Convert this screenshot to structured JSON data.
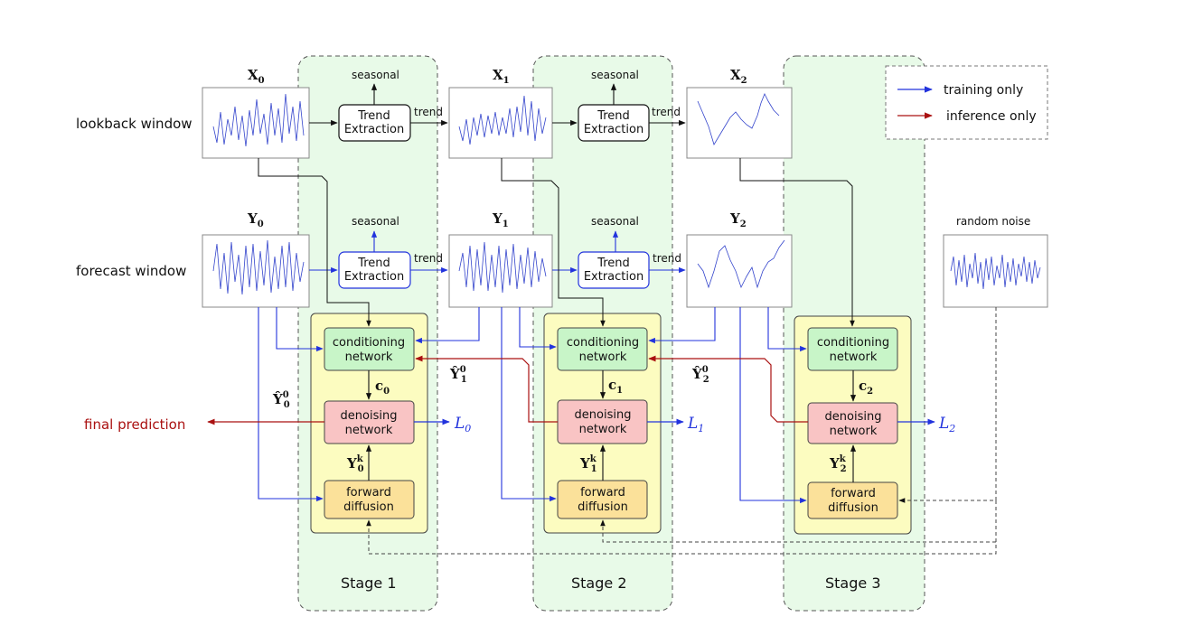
{
  "row_labels": {
    "lookback": "lookback window",
    "forecast": "forecast window"
  },
  "variables": {
    "x": [
      "X",
      "X",
      "X"
    ],
    "x_sub": [
      "0",
      "1",
      "2"
    ],
    "y": [
      "Y",
      "Y",
      "Y"
    ],
    "y_sub": [
      "0",
      "1",
      "2"
    ],
    "c": [
      "c",
      "c",
      "c"
    ],
    "c_sub": [
      "0",
      "1",
      "2"
    ],
    "yk": [
      "Y",
      "Y",
      "Y"
    ],
    "yk_sup": [
      "k",
      "k",
      "k"
    ],
    "yk_sub": [
      "0",
      "1",
      "2"
    ],
    "yhat": [
      "Ŷ",
      "Ŷ",
      "Ŷ"
    ],
    "yhat_sup": [
      "0",
      "0",
      "0"
    ],
    "yhat_sub": [
      "0",
      "1",
      "2"
    ]
  },
  "trend_extraction": {
    "line1": "Trend",
    "line2": "Extraction",
    "seasonal": "seasonal",
    "trend": "trend"
  },
  "blocks": {
    "conditioning": [
      "conditioning",
      "network"
    ],
    "denoising": [
      "denoising",
      "network"
    ],
    "forward": [
      "forward",
      "diffusion"
    ]
  },
  "losses": {
    "symbol": "L",
    "subs": [
      "0",
      "1",
      "2"
    ]
  },
  "final_prediction": "final prediction",
  "random_noise": "random noise",
  "stages": [
    "Stage 1",
    "Stage 2",
    "Stage 3"
  ],
  "legend": {
    "training": "training only",
    "inference": "inference only"
  },
  "colors": {
    "training_arrow": "#2233dd",
    "inference_arrow": "#aa1111",
    "stage_bg": "#e8fae8",
    "module_bg": "#fcfcc0",
    "conditioning_bg": "#c8f5c8",
    "denoising_bg": "#f9c4c4",
    "forward_bg": "#fbe19a"
  }
}
